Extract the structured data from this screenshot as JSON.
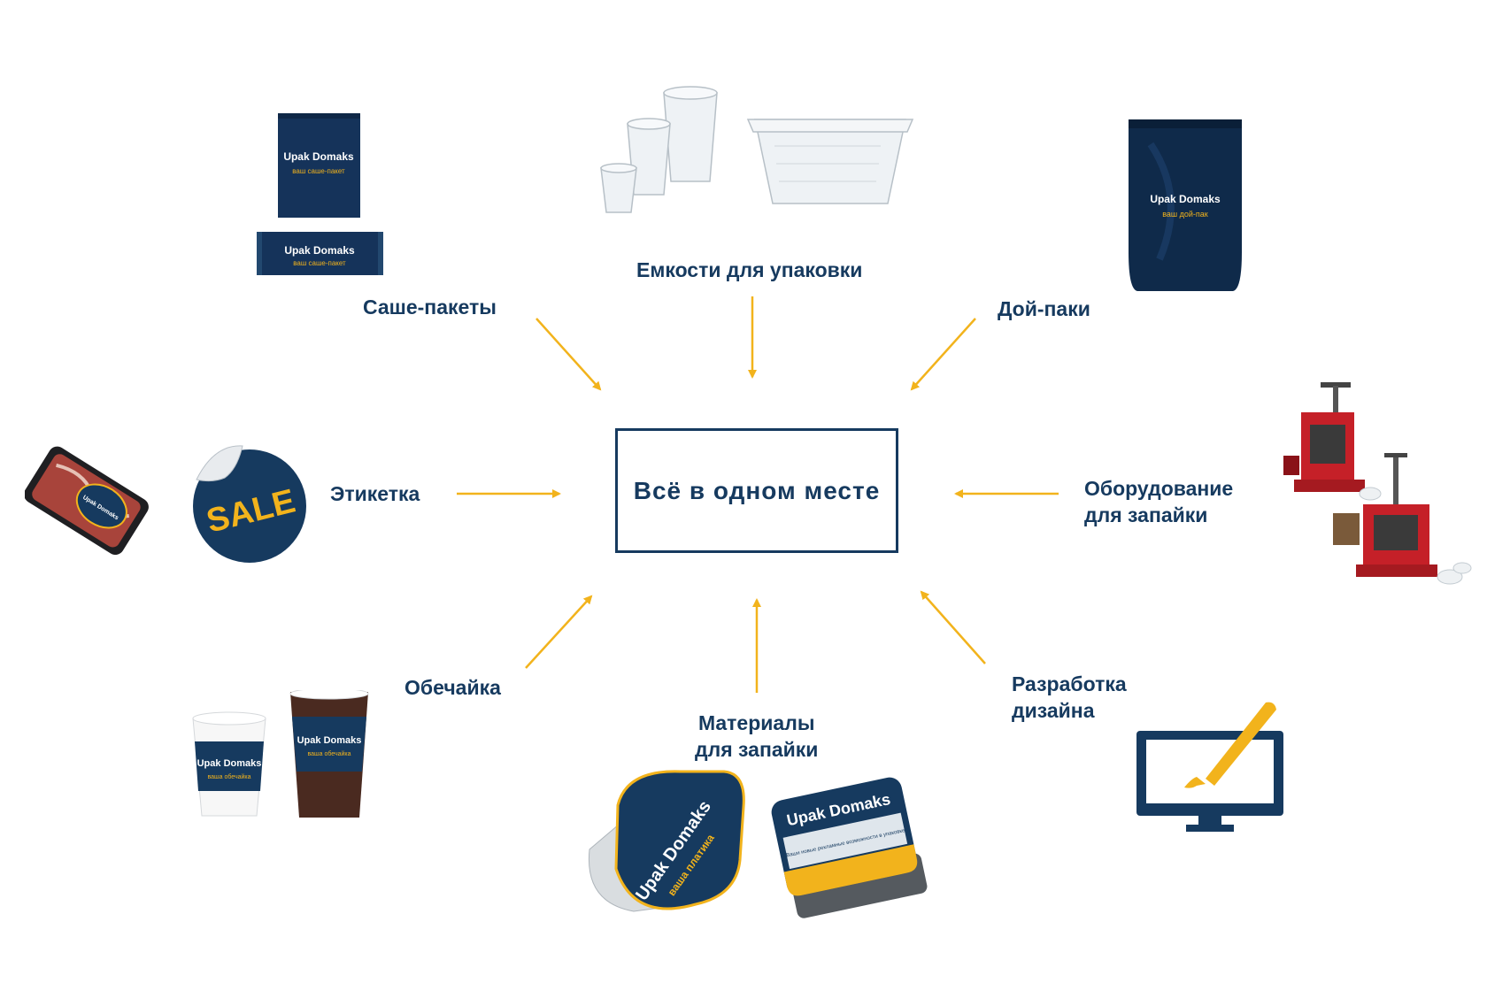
{
  "center": {
    "text": "Всё в одном месте"
  },
  "nodes": {
    "sachets": {
      "label": "Саше-пакеты"
    },
    "containers": {
      "label": "Емкости для упаковки"
    },
    "doypack": {
      "label": "Дой-паки"
    },
    "label": {
      "label": "Этикетка"
    },
    "equipment": {
      "label_line1": "Оборудование",
      "label_line2": "для запайки"
    },
    "sleeve": {
      "label": "Обечайка"
    },
    "materials": {
      "label_line1": "Материалы",
      "label_line2": "для запайки"
    },
    "design": {
      "label_line1": "Разработка",
      "label_line2": "дизайна"
    }
  },
  "product_texts": {
    "brand": "Upak Domaks",
    "sachet_sub": "ваш саше-пакет",
    "doypack_sub": "ваш дой-пак",
    "sleeve_sub": "ваша обечайка",
    "lid_sub": "ваша платика",
    "lid2_sub": "Ваши новые рекламные возможности в упаковке",
    "sale": "SALE"
  },
  "colors": {
    "navy": "#163a5f",
    "arrow": "#f2b31c",
    "accent": "#f2b31c"
  }
}
